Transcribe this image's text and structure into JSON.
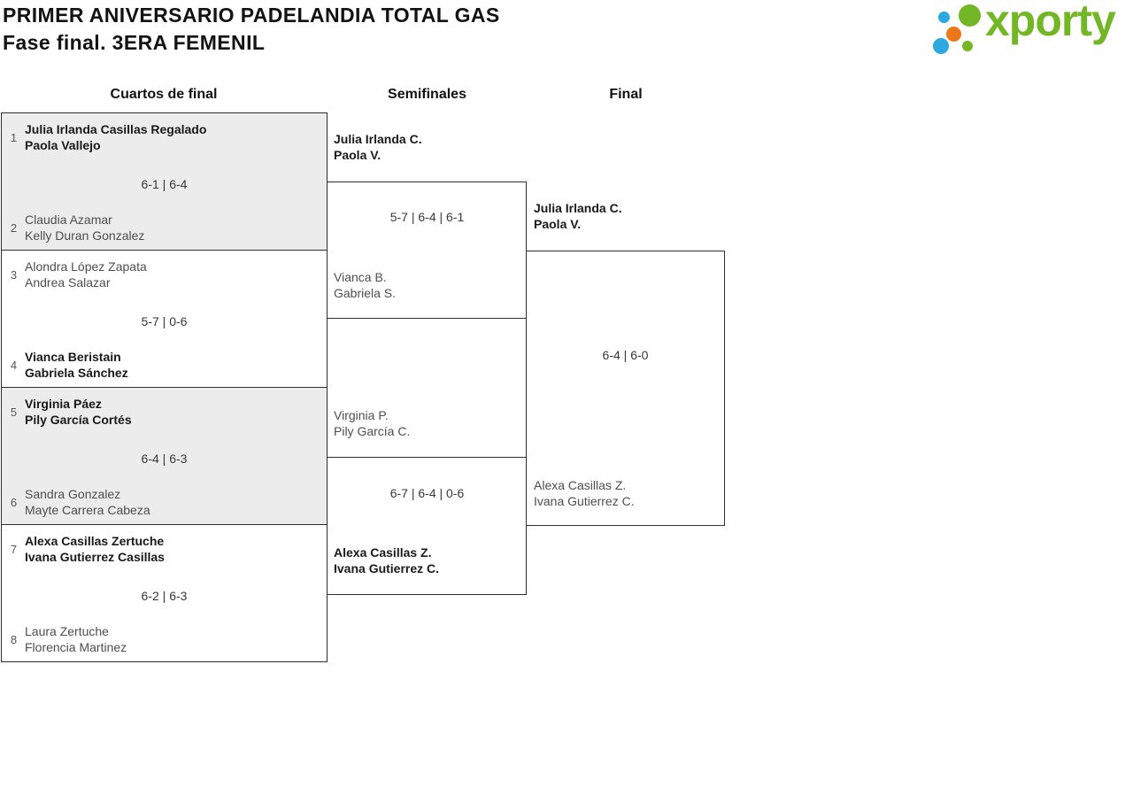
{
  "title": {
    "line1": "PRIMER ANIVERSARIO PADELANDIA TOTAL GAS",
    "line2": "Fase final. 3ERA FEMENIL"
  },
  "logo": {
    "text": "xporty"
  },
  "round_headers": [
    "Cuartos de final",
    "Semifinales",
    "Final"
  ],
  "quarterfinals": [
    {
      "seed1": "1",
      "team1": [
        "Julia Irlanda Casillas Regalado",
        "Paola Vallejo"
      ],
      "score": "6-1 | 6-4",
      "seed2": "2",
      "team2": [
        "Claudia Azamar",
        "Kelly Duran Gonzalez"
      ]
    },
    {
      "seed1": "3",
      "team1": [
        "Alondra López Zapata",
        "Andrea Salazar"
      ],
      "score": "5-7 | 0-6",
      "seed2": "4",
      "team2": [
        "Vianca Beristain",
        "Gabriela Sánchez"
      ]
    },
    {
      "seed1": "5",
      "team1": [
        "Virginia Páez",
        "Pily García Cortés"
      ],
      "score": "6-4 | 6-3",
      "seed2": "6",
      "team2": [
        "Sandra Gonzalez",
        "Mayte Carrera Cabeza"
      ]
    },
    {
      "seed1": "7",
      "team1": [
        "Alexa Casillas Zertuche",
        "Ivana Gutierrez Casillas"
      ],
      "score": "6-2 | 6-3",
      "seed2": "8",
      "team2": [
        "Laura Zertuche",
        "Florencia Martinez"
      ]
    }
  ],
  "semifinals": [
    {
      "team1": [
        "Julia Irlanda C.",
        "Paola V."
      ],
      "score": "5-7 | 6-4 | 6-1",
      "team2": [
        "Vianca B.",
        "Gabriela S."
      ]
    },
    {
      "team1": [
        "Virginia P.",
        "Pily García C."
      ],
      "score": "6-7 | 6-4 | 0-6",
      "team2": [
        "Alexa Casillas Z.",
        "Ivana Gutierrez C."
      ]
    }
  ],
  "final": {
    "team1": [
      "Julia Irlanda C.",
      "Paola V."
    ],
    "score": "6-4 | 6-0",
    "team2": [
      "Alexa Casillas Z.",
      "Ivana Gutierrez C."
    ]
  },
  "colors": {
    "brand_green": "#73b626",
    "dot_blue": "#2ba9e0",
    "dot_orange": "#ec7718",
    "box_fill_gray": "#ececec",
    "winner_text": "#1a1a1a",
    "loser_text": "#4e4e4e",
    "border": "#2e2e2e"
  }
}
